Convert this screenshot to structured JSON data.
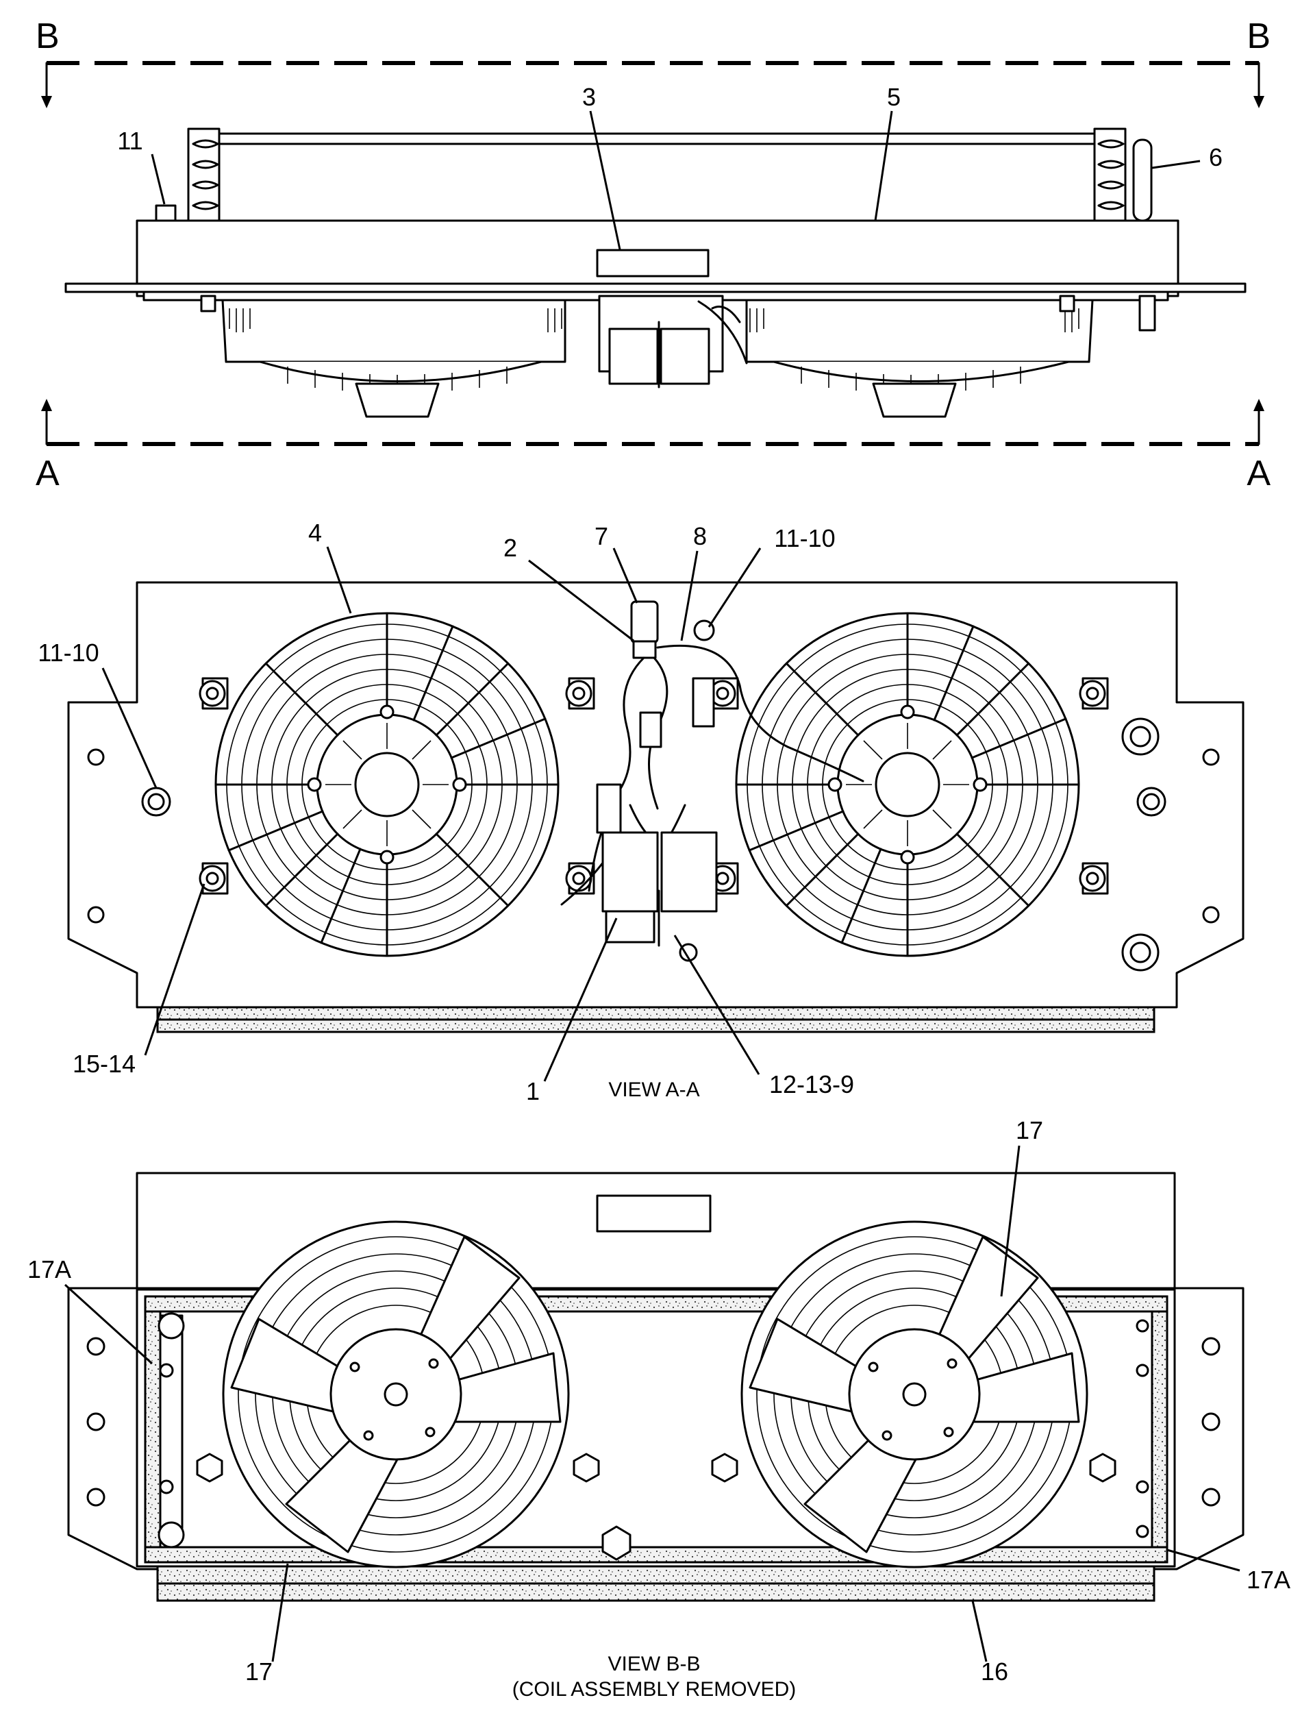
{
  "section_marks": {
    "b_left": "B",
    "b_right": "B",
    "a_left": "A",
    "a_right": "A"
  },
  "callouts": {
    "top": [
      "11",
      "3",
      "5",
      "6"
    ],
    "view_a": [
      "4",
      "2",
      "7",
      "8",
      "11-10",
      "11-10",
      "15-14",
      "1",
      "12-13-9"
    ],
    "view_b": [
      "17",
      "17A",
      "17A",
      "17",
      "16"
    ]
  },
  "captions": {
    "view_a": "VIEW A-A",
    "view_b_line1": "VIEW B-B",
    "view_b_line2": "(COIL ASSEMBLY REMOVED)"
  }
}
